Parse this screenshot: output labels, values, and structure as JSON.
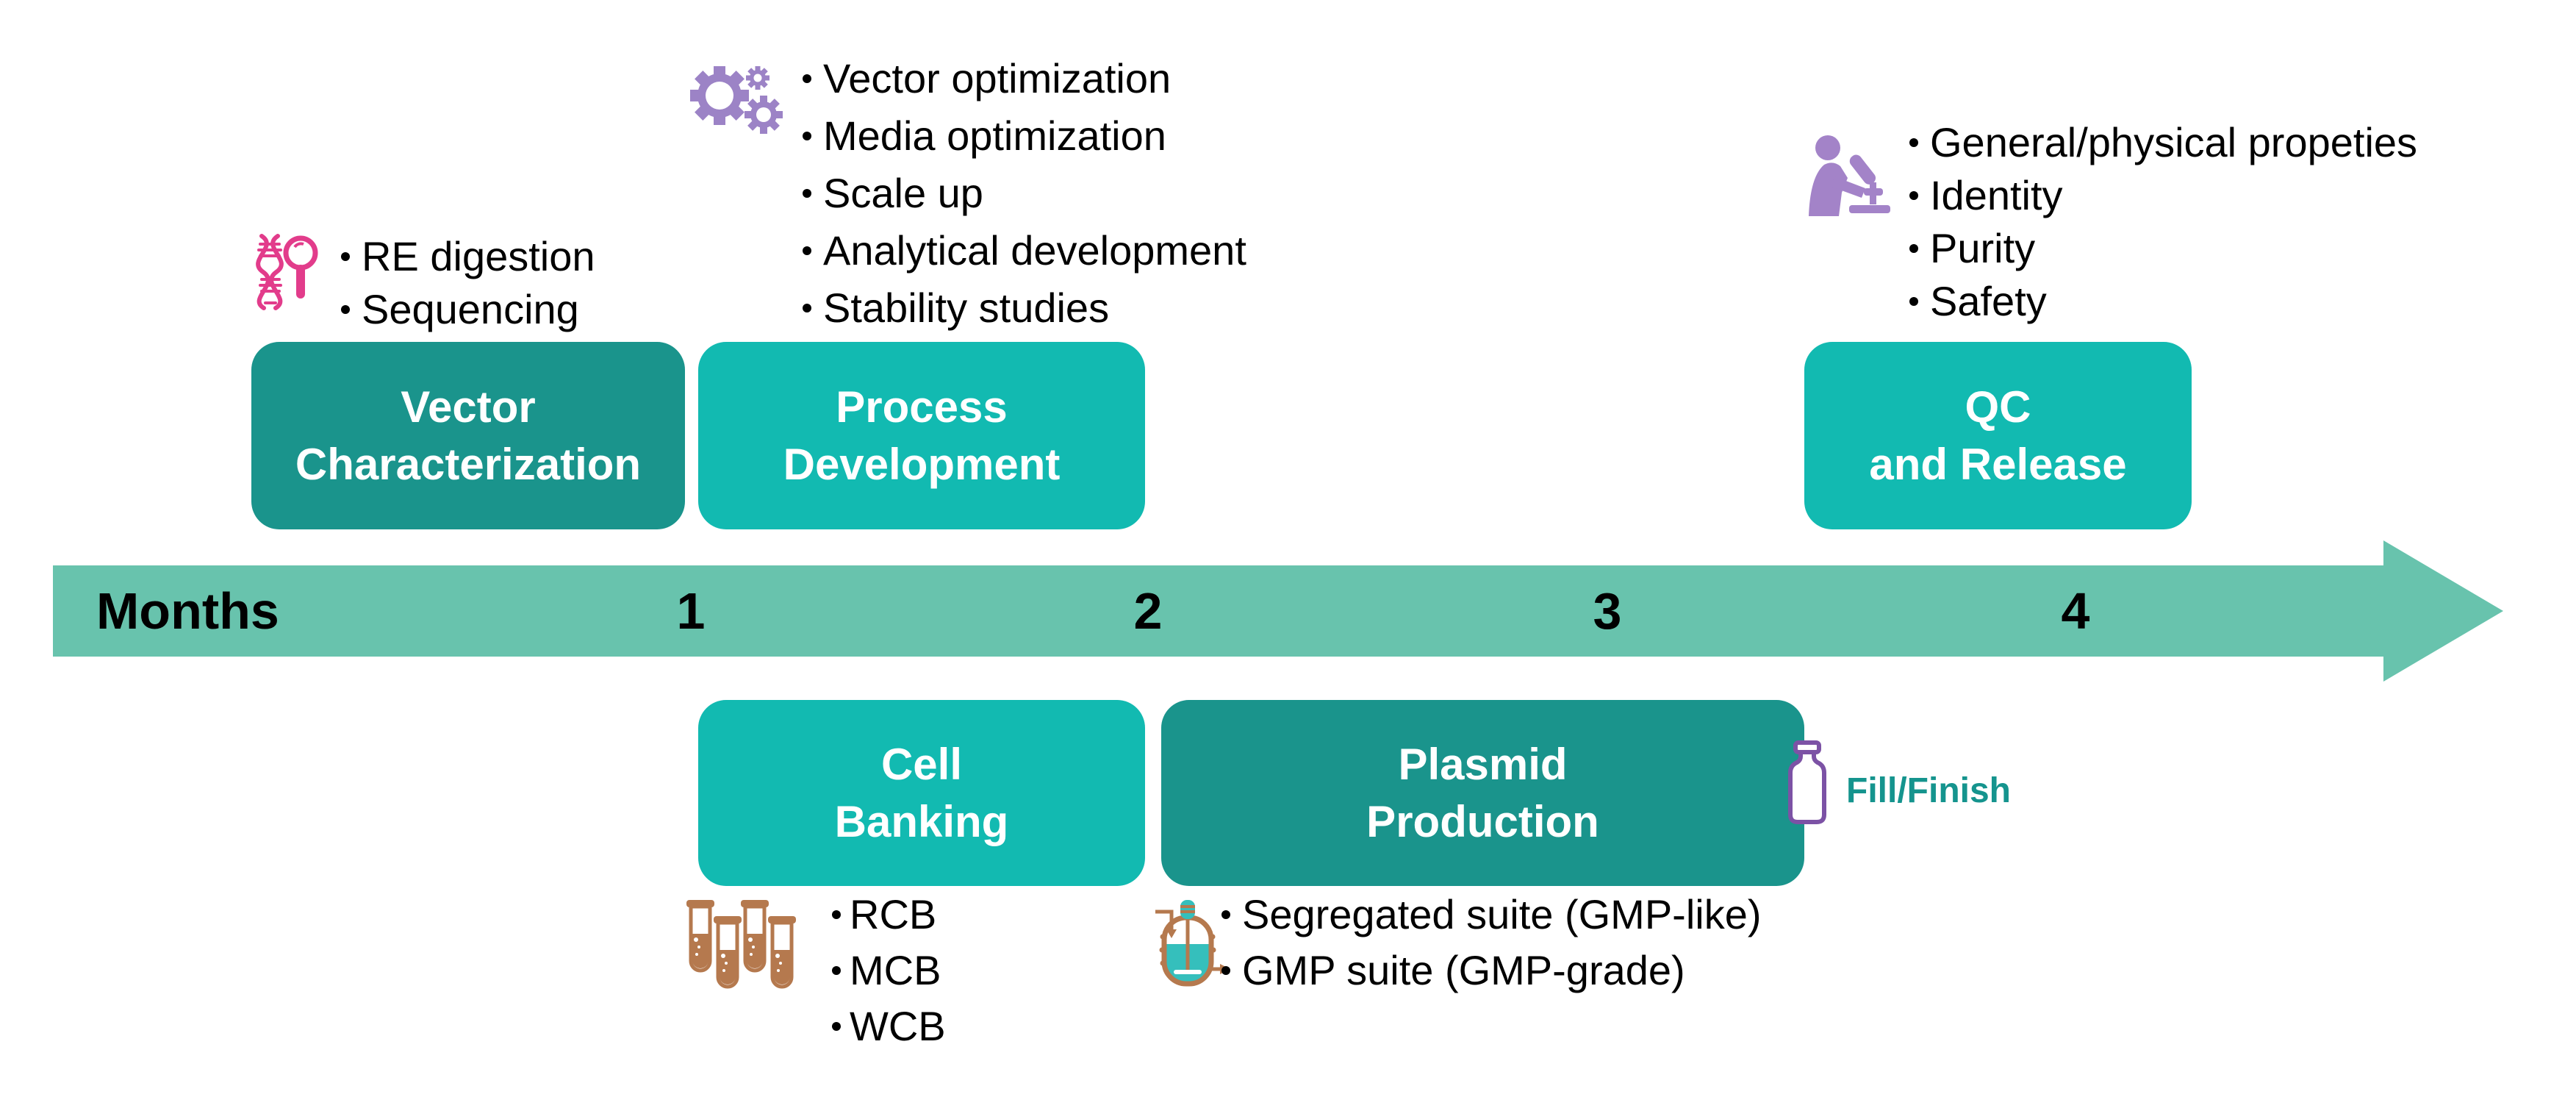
{
  "palette": {
    "teal_dark": "#1A948C",
    "teal_light": "#12BAB1",
    "arrow_green": "#68C3AD",
    "pink": "#E23C8B",
    "purple": "#9C83C6",
    "purple_outline": "#7C52A5",
    "brown": "#B5794E",
    "liquid_teal": "#35BFBC",
    "fill_finish_teal": "#15948E",
    "text": "#000000"
  },
  "axis": {
    "label": "Months",
    "ticks": [
      "1",
      "2",
      "3",
      "4"
    ]
  },
  "phases": {
    "vector_characterization": {
      "title": "Vector\nCharacterization"
    },
    "process_development": {
      "title": "Process\nDevelopment"
    },
    "qc_release": {
      "title": "QC\nand Release"
    },
    "cell_banking": {
      "title": "Cell\nBanking"
    },
    "plasmid_production": {
      "title": "Plasmid\nProduction"
    },
    "fill_finish": {
      "label": "Fill/Finish"
    }
  },
  "notes": {
    "vector_characterization": {
      "icon": "dna-magnifier-icon",
      "items": [
        "RE digestion",
        "Sequencing"
      ]
    },
    "process_development": {
      "icon": "gears-icon",
      "items": [
        "Vector optimization",
        "Media optimization",
        "Scale up",
        "Analytical development",
        "Stability studies"
      ]
    },
    "qc_release": {
      "icon": "scientist-microscope-icon",
      "items": [
        "General/physical propeties",
        "Identity",
        "Purity",
        "Safety"
      ]
    },
    "cell_banking": {
      "icon": "test-tubes-icon",
      "items": [
        "RCB",
        "MCB",
        "WCB"
      ]
    },
    "plasmid_production": {
      "icon": "bioreactor-icon",
      "items": [
        "Segregated suite (GMP-like)",
        "GMP suite (GMP-grade)"
      ]
    },
    "fill_finish": {
      "icon": "vial-icon"
    }
  }
}
